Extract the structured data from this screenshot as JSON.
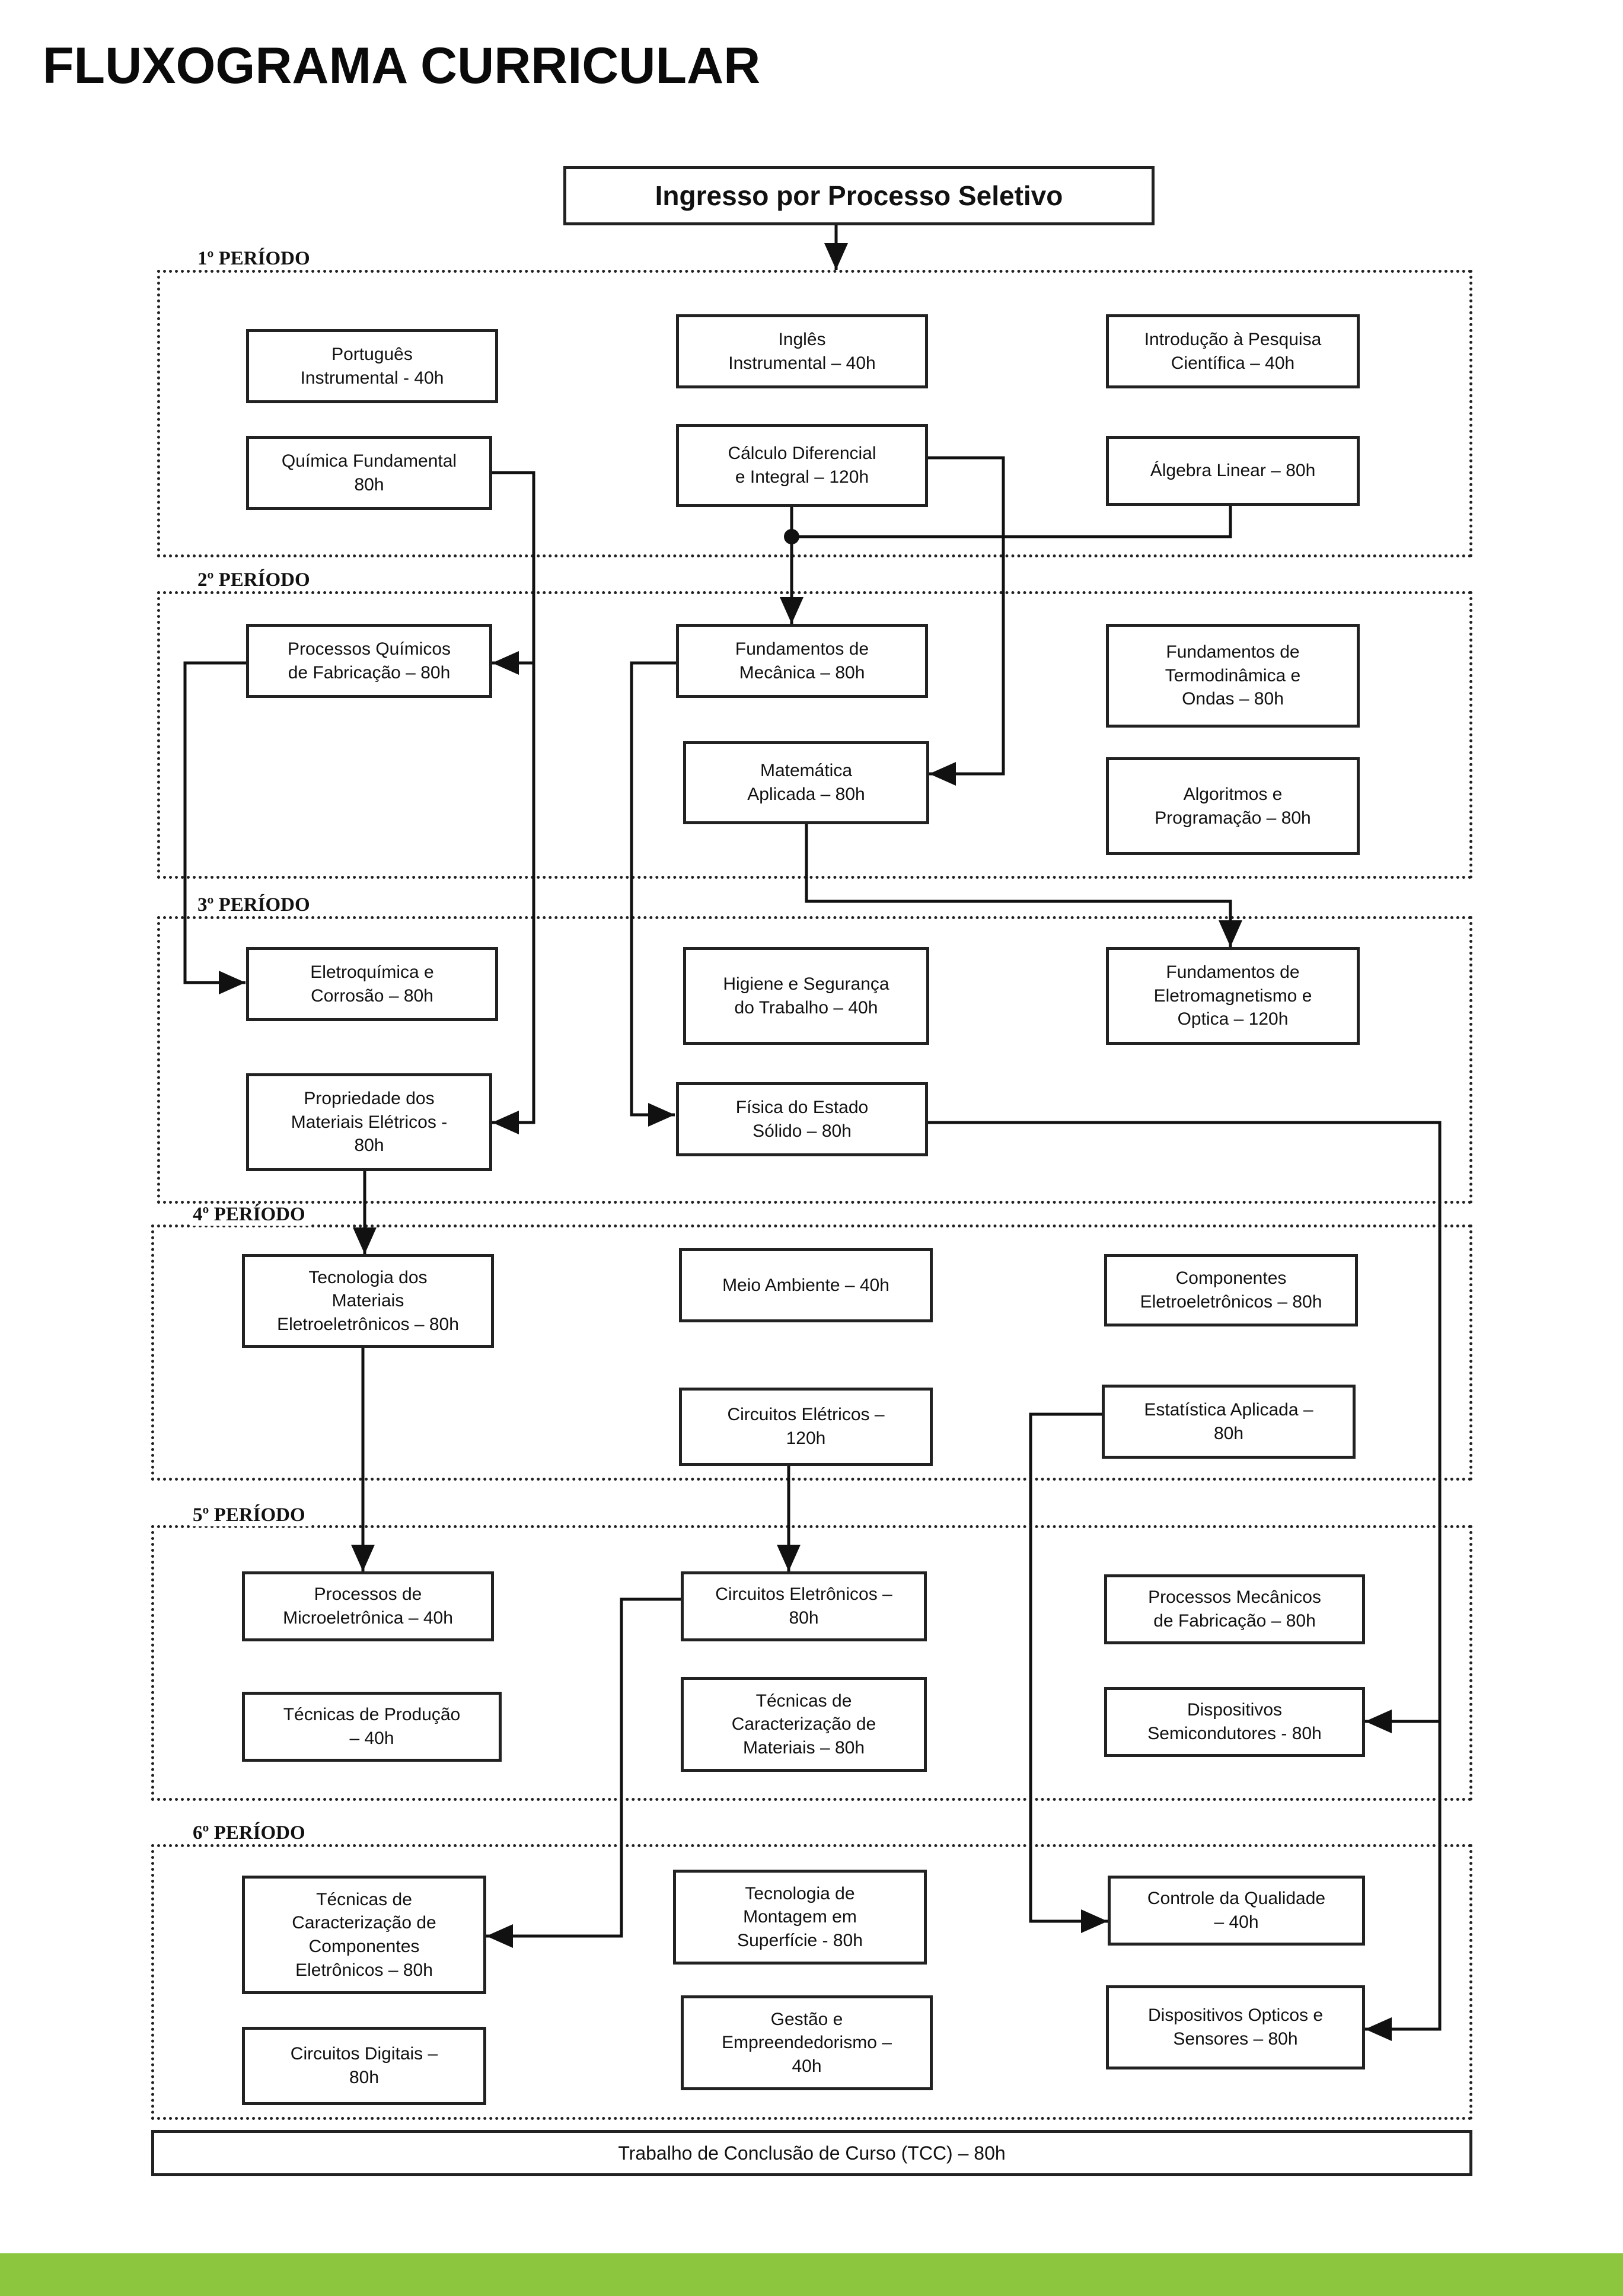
{
  "title": "FLUXOGRAMA CURRICULAR",
  "colors": {
    "footer_bar": "#8cc63f",
    "lines": "#111111"
  },
  "entry": "Ingresso por Processo Seletivo",
  "periods": [
    {
      "label": "1º PERÍODO",
      "courses": [
        "Português\nInstrumental - 40h",
        "Inglês\nInstrumental – 40h",
        "Introdução à Pesquisa\nCientífica – 40h",
        "Química Fundamental\n80h",
        "Cálculo Diferencial\ne Integral – 120h",
        "Álgebra Linear – 80h"
      ]
    },
    {
      "label": "2º PERÍODO",
      "courses": [
        "Processos Químicos\nde Fabricação – 80h",
        "Fundamentos de\nMecânica – 80h",
        "Fundamentos de\nTermodinâmica e\nOndas – 80h",
        "Matemática\nAplicada – 80h",
        "Algoritmos e\nProgramação – 80h"
      ]
    },
    {
      "label": "3º PERÍODO",
      "courses": [
        "Eletroquímica e\nCorrosão – 80h",
        "Higiene e Segurança\ndo Trabalho – 40h",
        "Fundamentos de\nEletromagnetismo e\nOptica – 120h",
        "Propriedade dos\nMateriais Elétricos -\n80h",
        "Física do Estado\nSólido – 80h"
      ]
    },
    {
      "label": "4º PERÍODO",
      "courses": [
        "Tecnologia dos\nMateriais\nEletroeletrônicos – 80h",
        "Meio Ambiente – 40h",
        "Componentes\nEletroeletrônicos – 80h",
        "Circuitos Elétricos –\n120h",
        "Estatística Aplicada –\n80h"
      ]
    },
    {
      "label": "5º PERÍODO",
      "courses": [
        "Processos de\nMicroeletrônica – 40h",
        "Circuitos Eletrônicos –\n80h",
        "Processos Mecânicos\nde Fabricação – 80h",
        "Técnicas de Produção\n– 40h",
        "Técnicas de\nCaracterização de\nMateriais – 80h",
        "Dispositivos\nSemicondutores - 80h"
      ]
    },
    {
      "label": "6º PERÍODO",
      "courses": [
        "Técnicas de\nCaracterização de\nComponentes\nEletrônicos – 80h",
        "Tecnologia de\nMontagem em\nSuperfície - 80h",
        "Controle da Qualidade\n– 40h",
        "Circuitos Digitais –\n80h",
        "Gestão e\nEmpreendedorismo –\n40h",
        "Dispositivos Opticos e\nSensores – 80h"
      ]
    }
  ],
  "final": "Trabalho de Conclusão de Curso (TCC) – 80h"
}
